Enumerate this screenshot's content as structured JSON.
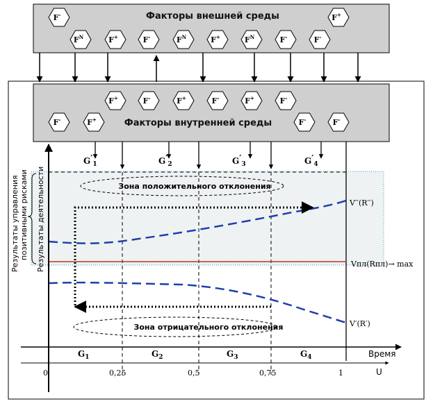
{
  "external_box": {
    "title": "Факторы внешней среды",
    "factors": [
      {
        "base": "F",
        "sup": "-"
      },
      {
        "base": "F",
        "sup": "+"
      },
      {
        "base": "F",
        "sup": "N"
      },
      {
        "base": "F",
        "sup": "+"
      },
      {
        "base": "F",
        "sup": "-"
      },
      {
        "base": "F",
        "sup": "N"
      },
      {
        "base": "F",
        "sup": "+"
      },
      {
        "base": "F",
        "sup": "N"
      },
      {
        "base": "F",
        "sup": "-"
      },
      {
        "base": "F",
        "sup": "-"
      }
    ]
  },
  "internal_box": {
    "title": "Факторы внутренней среды",
    "factors": [
      {
        "base": "F",
        "sup": "+"
      },
      {
        "base": "F",
        "sup": "-"
      },
      {
        "base": "F",
        "sup": "+"
      },
      {
        "base": "F",
        "sup": "-"
      },
      {
        "base": "F",
        "sup": "+"
      },
      {
        "base": "F",
        "sup": "-"
      },
      {
        "base": "F",
        "sup": "-"
      },
      {
        "base": "F",
        "sup": "+"
      },
      {
        "base": "F",
        "sup": "-"
      },
      {
        "base": "F",
        "sup": "-"
      }
    ]
  },
  "g_prime_labels": [
    {
      "base": "G",
      "prime": "′",
      "sub": "1"
    },
    {
      "base": "G",
      "prime": "′",
      "sub": "2"
    },
    {
      "base": "G",
      "prime": "′",
      "sub": "3"
    },
    {
      "base": "G",
      "prime": "′",
      "sub": "4"
    }
  ],
  "g_labels": [
    {
      "base": "G",
      "sub": "1"
    },
    {
      "base": "G",
      "sub": "2"
    },
    {
      "base": "G",
      "sub": "3"
    },
    {
      "base": "G",
      "sub": "4"
    }
  ],
  "zones": {
    "positive": "Зона положительного отклонения",
    "negative": "Зона отрицательного отклонения"
  },
  "curves": {
    "upper": "V′′(R′′)",
    "plan": "Vпл(Rпл)→ max",
    "lower": "V′(R′)"
  },
  "axes": {
    "x_label": "Время",
    "u_label": "U",
    "y_label": "Результаты  деятельности",
    "side_label_line1": "Результаты управления",
    "side_label_line2": "позитивными рисками",
    "ticks": [
      "0",
      "0,25",
      "0,5",
      "0,75",
      "1"
    ]
  },
  "colors": {
    "box_fill": "#cfcfcf",
    "curve": "#1f3fa8",
    "plan_line": "#b8342a",
    "zone_border": "#3a9aa8"
  }
}
